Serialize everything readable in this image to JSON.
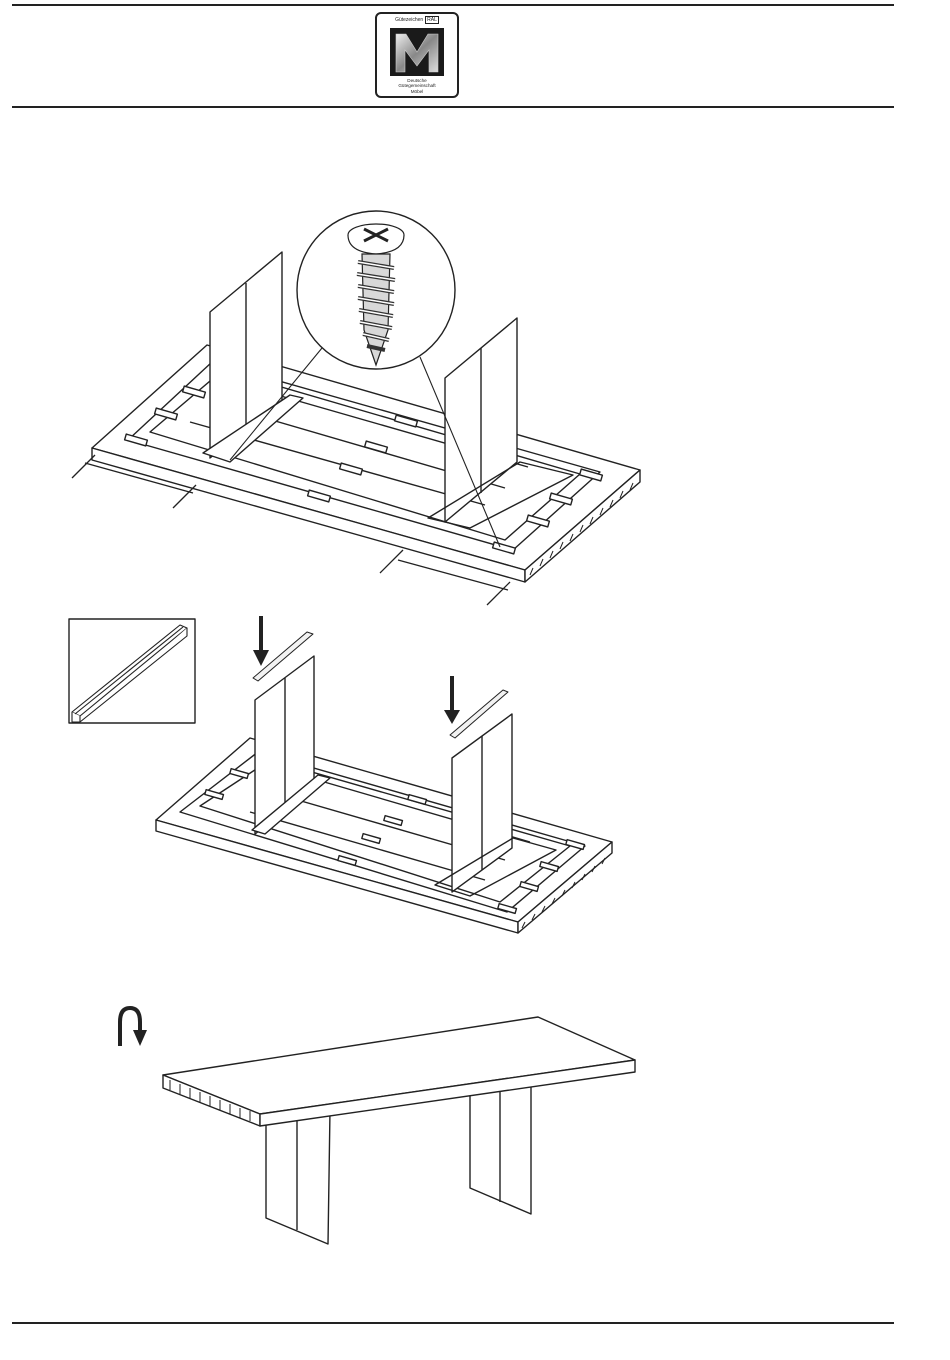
{
  "header": {
    "seal": {
      "top_text": "Gütezeichen",
      "ral_text": "RAL",
      "letter": "M",
      "line1": "Deutsche",
      "line2": "Gütegemeinschaft",
      "line3": "Möbel"
    }
  },
  "steps": [
    {
      "id": "attach-legs",
      "callout_icon": "screw-icon"
    },
    {
      "id": "insert-strips",
      "callout_icon": "strip-icon",
      "arrow_icon": "arrow-down-icon"
    },
    {
      "id": "flip-table",
      "arrow_icon": "rotate-arrow-icon"
    }
  ],
  "colors": {
    "ink": "#222222",
    "paper": "#ffffff",
    "shade": "#e6e6e6"
  }
}
